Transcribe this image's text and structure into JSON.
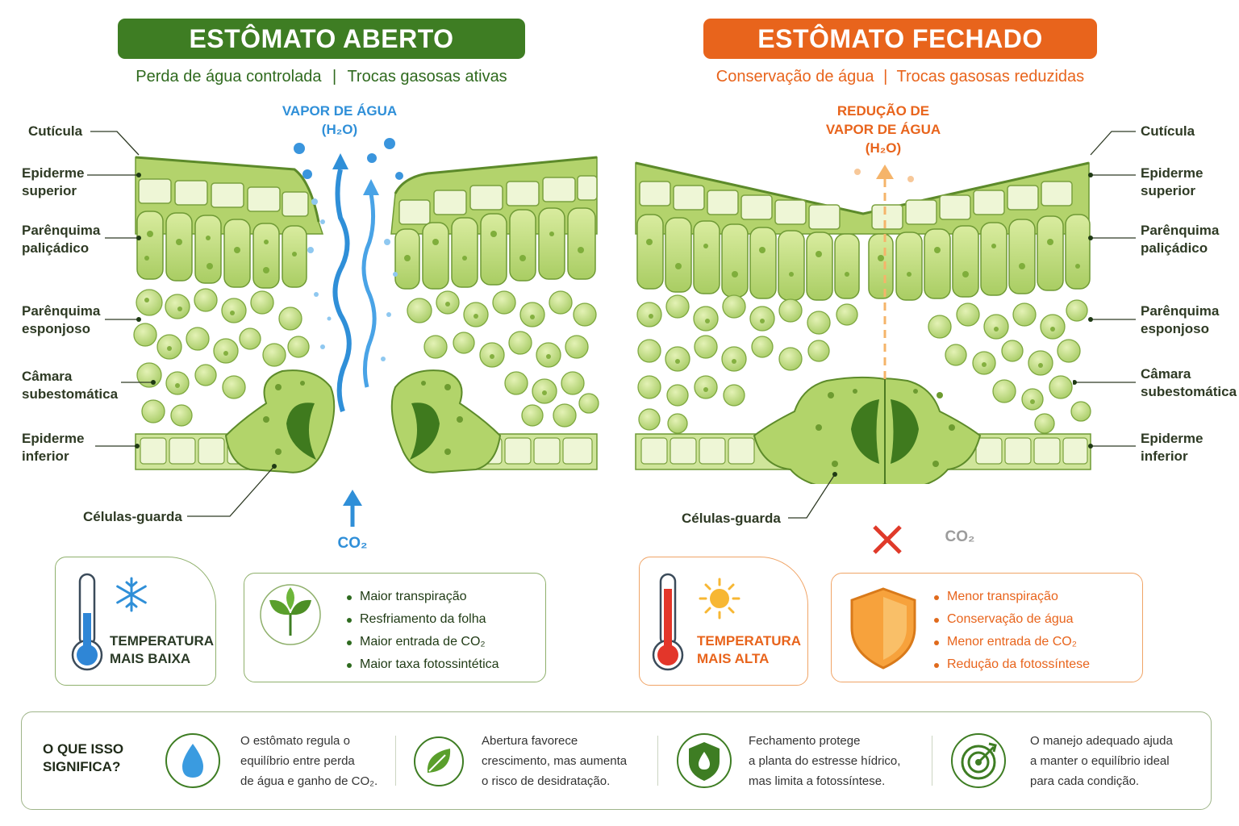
{
  "left": {
    "title": "ESTÔMATO ABERTO",
    "subtitle_a": "Perda de água controlada",
    "subtitle_sep": "|",
    "subtitle_b": "Trocas gasosas ativas",
    "vapor_line1": "VAPOR DE ÁGUA",
    "vapor_line2": "(H₂O)",
    "co2": "CO₂",
    "guard": "Células-guarda",
    "temp_line1": "TEMPERATURA",
    "temp_line2": "MAIS BAIXA",
    "bullets": [
      "Maior transpiração",
      "Resfriamento da folha",
      "Maior entrada de CO₂",
      "Maior taxa fotossintética"
    ]
  },
  "right": {
    "title": "ESTÔMATO FECHADO",
    "subtitle_a": "Conservação de água",
    "subtitle_sep": "|",
    "subtitle_b": "Trocas gasosas reduzidas",
    "vapor_line1": "REDUÇÃO DE",
    "vapor_line2": "VAPOR DE ÁGUA",
    "vapor_line3": "(H₂O)",
    "co2": "CO₂",
    "guard": "Células-guarda",
    "temp_line1": "TEMPERATURA",
    "temp_line2": "MAIS ALTA",
    "bullets": [
      "Menor transpiração",
      "Conservação de água",
      "Menor entrada de CO₂",
      "Redução da fotossíntese"
    ]
  },
  "labels": {
    "cuticula": "Cutícula",
    "epi_sup_1": "Epiderme",
    "epi_sup_2": "superior",
    "pal_1": "Parênquima",
    "pal_2": "paliçádico",
    "esp_1": "Parênquima",
    "esp_2": "esponjoso",
    "cam_1": "Câmara",
    "cam_2": "subestomática",
    "epi_inf_1": "Epiderme",
    "epi_inf_2": "inferior"
  },
  "bottom": {
    "heading_1": "O QUE ISSO",
    "heading_2": "SIGNIFICA?",
    "items": [
      {
        "l1": "O estômato regula o",
        "l2": "equilíbrio entre perda",
        "l3": "de água e ganho de CO₂."
      },
      {
        "l1": "Abertura favorece",
        "l2": "crescimento, mas aumenta",
        "l3": "o risco de desidratação."
      },
      {
        "l1": "Fechamento protege",
        "l2": "a planta do estresse hídrico,",
        "l3": "mas limita a fotossíntese."
      },
      {
        "l1": "O manejo adequado ajuda",
        "l2": "a manter o equilíbrio ideal",
        "l3": "para cada condição."
      }
    ]
  },
  "colors": {
    "green": "#3e7d23",
    "orange": "#e8641c",
    "blue": "#2f8fd8",
    "leaf": "#b9d77a"
  }
}
